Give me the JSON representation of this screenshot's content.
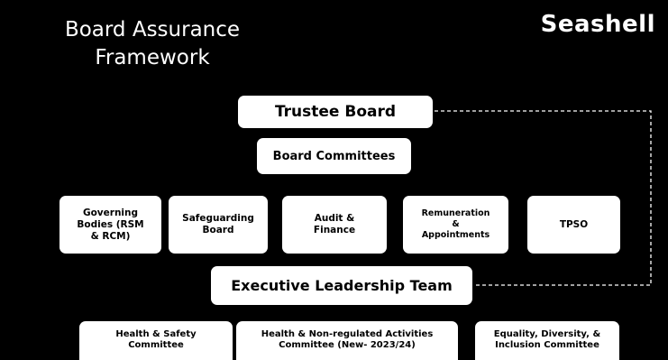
{
  "header": {
    "title_line1": "Board Assurance",
    "title_line2": "Framework",
    "logo_text": "Seashell"
  },
  "org_chart": {
    "trustee_board": "Trustee Board",
    "board_committees": "Board Committees",
    "sub_committees": {
      "governing": [
        "Governing",
        "Bodies (RSM",
        "& RCM)"
      ],
      "safeguarding": [
        "Safeguarding",
        "Board"
      ],
      "audit": [
        "Audit &",
        "Finance"
      ],
      "remuneration": [
        "Remuneration",
        "&",
        "Appointments"
      ],
      "tpso": [
        "TPSO"
      ]
    },
    "executive_leadership_team": "Executive Leadership Team",
    "elt_committees": {
      "health_safety": [
        "Health & Safety",
        "Committee"
      ],
      "health_nonregulated": [
        "Health & Non-regulated Activities",
        "Committee (New- 2023/24)"
      ],
      "edi": [
        "Equality, Diversity, &",
        "Inclusion Committee"
      ]
    }
  },
  "colors": {
    "background": "#000000",
    "box_fill": "#ffffff",
    "box_text": "#000000",
    "title_text": "#ffffff",
    "connector": "#ffffff"
  }
}
